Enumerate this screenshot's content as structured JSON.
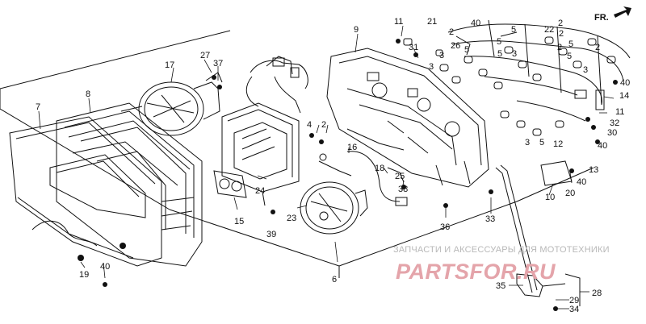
{
  "diagram": {
    "direction_marker": "FR.",
    "watermark": {
      "caption": "ЗАПЧАСТИ И АКСЕССУАРЫ ДЛЯ МОТОТЕХНИКИ",
      "logo": "PARTSFOR.RU"
    },
    "callouts": [
      "2",
      "3",
      "4",
      "5",
      "6",
      "7",
      "8",
      "9",
      "10",
      "11",
      "12",
      "13",
      "14",
      "15",
      "16",
      "17",
      "18",
      "19",
      "20",
      "21",
      "22",
      "23",
      "24",
      "25",
      "26",
      "27",
      "28",
      "29",
      "30",
      "31",
      "32",
      "33",
      "34",
      "35",
      "36",
      "37",
      "38",
      "39",
      "40"
    ]
  }
}
